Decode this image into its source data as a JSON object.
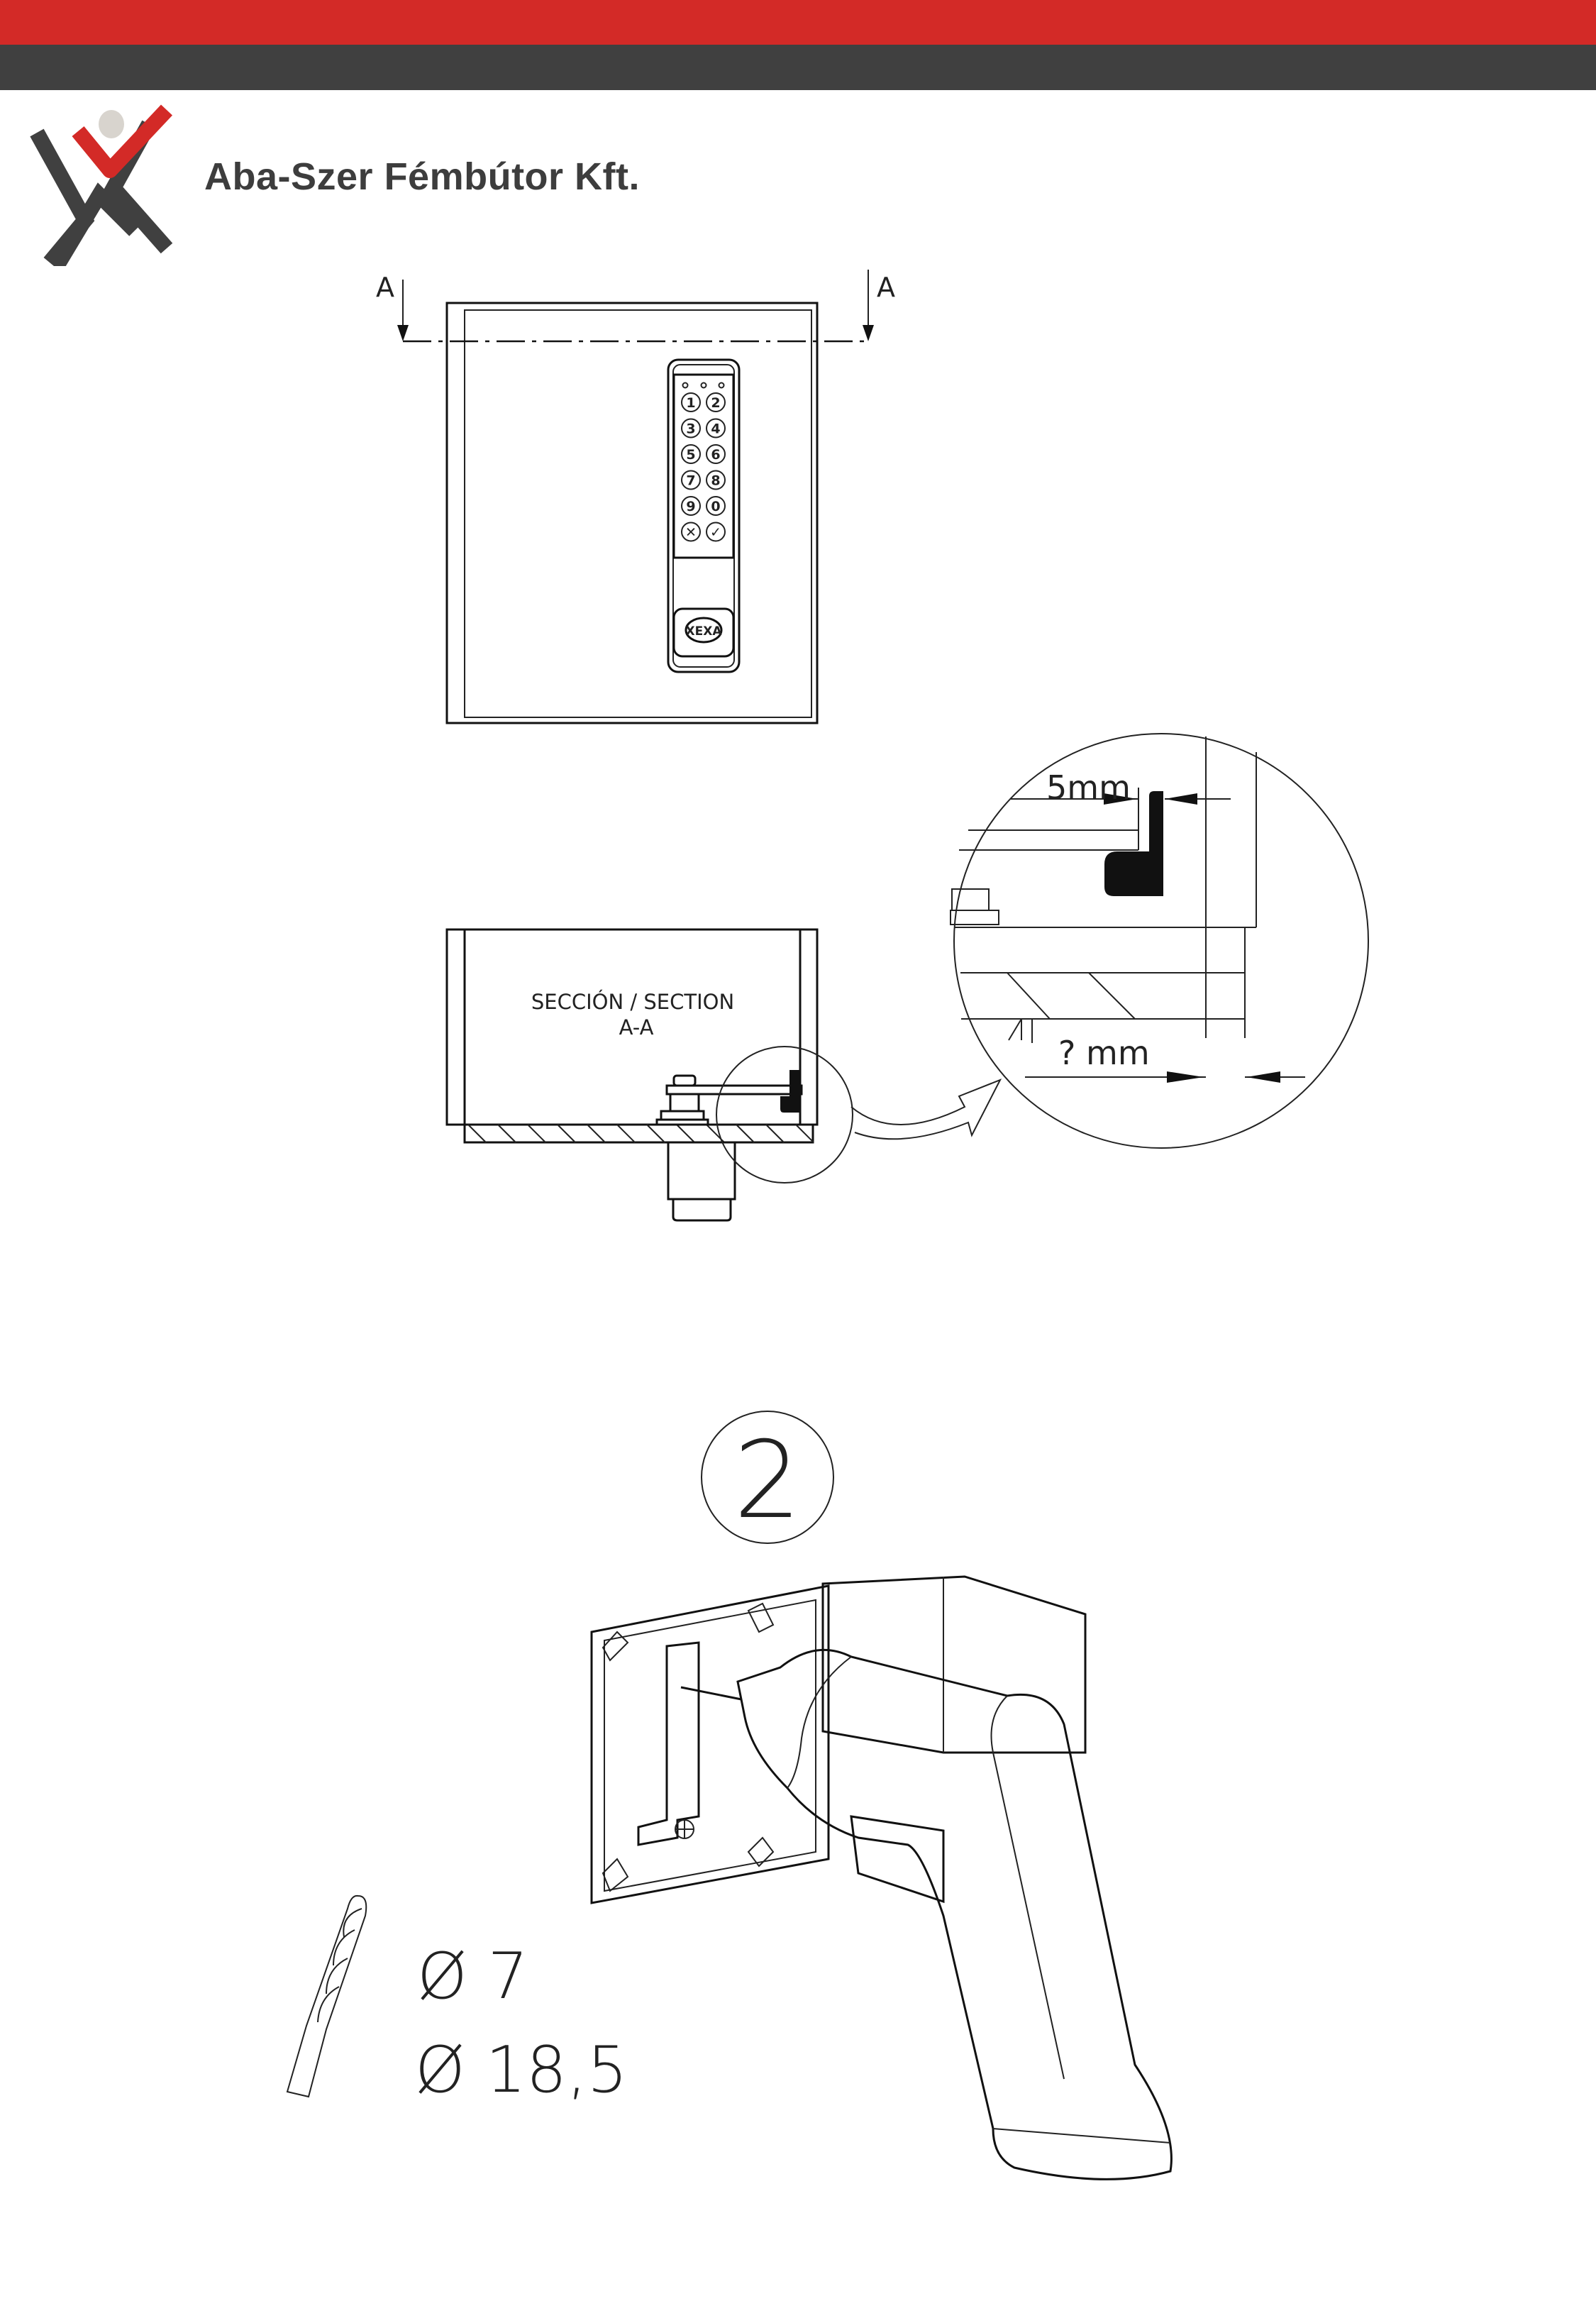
{
  "header": {
    "company_name": "Aba-Szer Fémbútor Kft.",
    "colors": {
      "top_bar": "#d32a27",
      "second_bar": "#404040",
      "logo_red": "#d32a27",
      "logo_dark": "#404040",
      "logo_dot": "#d8d4ce"
    }
  },
  "front_view": {
    "section_marker_left": "A",
    "section_marker_right": "A",
    "keypad": {
      "keys": [
        "1",
        "2",
        "3",
        "4",
        "5",
        "6",
        "7",
        "8",
        "9",
        "0",
        "✕",
        "✓"
      ],
      "brand": "XEXA"
    }
  },
  "section_view": {
    "label_line1": "SECCIÓN / SECTION",
    "label_line2": "A-A"
  },
  "detail_view": {
    "dimension_top": "5mm",
    "dimension_bottom": "? mm"
  },
  "step": {
    "number": "2"
  },
  "drill_specs": {
    "diameter_1": "Ø 7",
    "diameter_2": "Ø 18,5"
  }
}
